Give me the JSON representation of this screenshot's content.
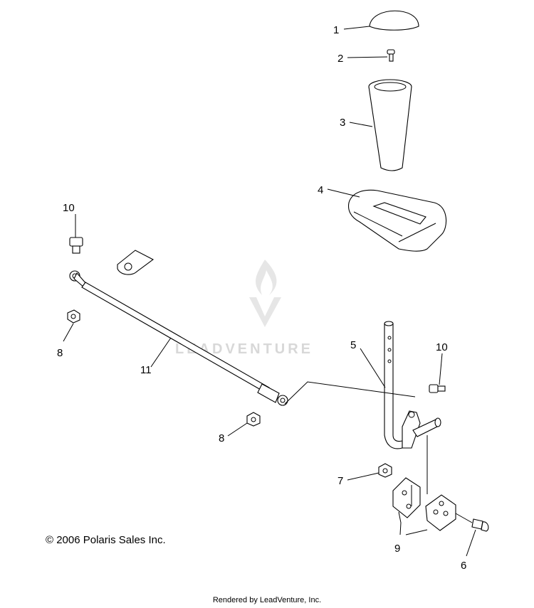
{
  "callouts": [
    "1",
    "2",
    "3",
    "4",
    "5",
    "6",
    "7",
    "8",
    "9",
    "10",
    "11"
  ],
  "watermark": {
    "text": "LEADVENTURE"
  },
  "copyright": "© 2006 Polaris Sales Inc.",
  "footer": "Rendered by LeadVenture, Inc."
}
